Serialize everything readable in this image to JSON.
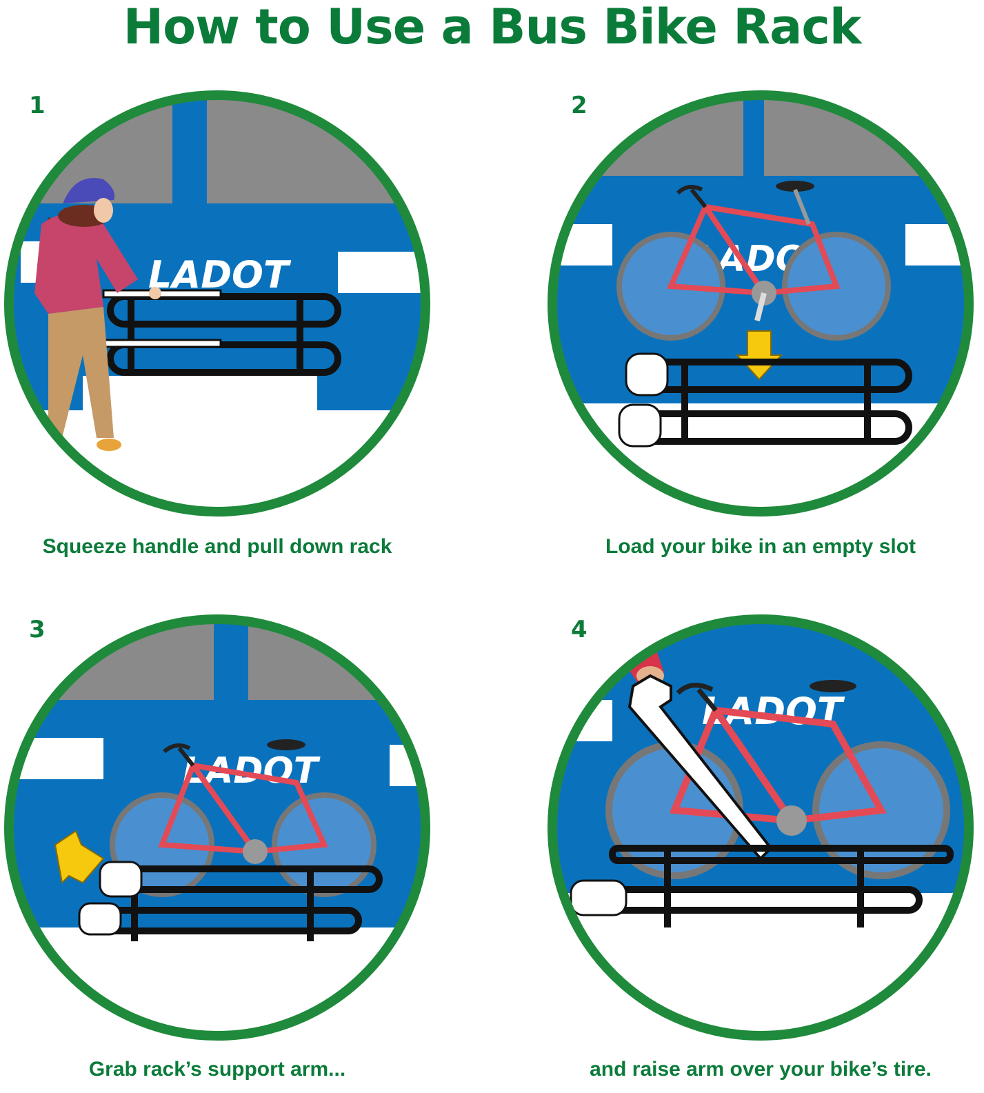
{
  "title": "How to Use a Bus Bike Rack",
  "colors": {
    "title_green": "#0b7b3a",
    "ring_green": "#1f8a3b",
    "bus_blue": "#0a72bd",
    "window_gray": "#8a8a8a",
    "bike_red": "#e34a55",
    "arrow_yellow": "#f6c90e"
  },
  "bus_logo": "LADOT",
  "steps": [
    {
      "number": "1",
      "caption": "Squeeze handle and pull down rack"
    },
    {
      "number": "2",
      "caption": "Load your bike in an empty slot"
    },
    {
      "number": "3",
      "caption": "Grab rack’s support arm..."
    },
    {
      "number": "4",
      "caption": "and raise arm over your bike’s tire."
    }
  ]
}
